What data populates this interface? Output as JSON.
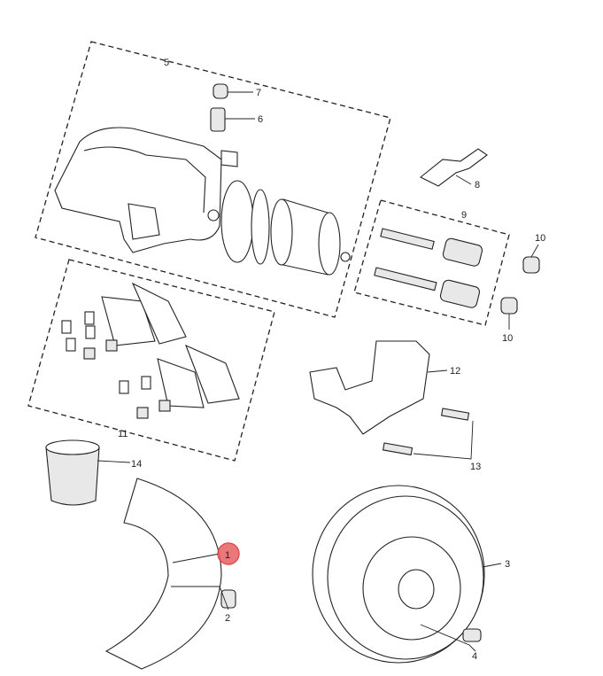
{
  "diagram": {
    "labels": {
      "caliper_assembly": "5",
      "bleed_cap": "7",
      "bleed_screw": "6",
      "spring_clip": "8",
      "guide_pin_kit": "9",
      "bushing_top": "10",
      "bushing_bottom": "10",
      "caliper_carrier": "12",
      "pad_kit": "11",
      "carrier_bolts": "13",
      "grease": "14",
      "splash_shield": "1",
      "shield_bolt": "2",
      "brake_disc": "3",
      "disc_screw": "4"
    },
    "highlight_color": "#e8696b"
  }
}
